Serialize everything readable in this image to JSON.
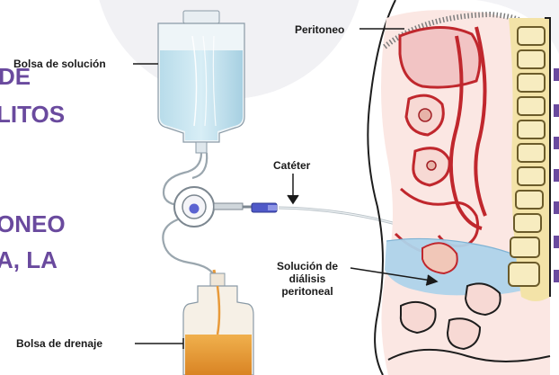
{
  "slide_text": {
    "line_1": "DE",
    "line_2": "LITOS",
    "line_3": "ONEO",
    "line_4": "A, LA"
  },
  "labels": {
    "bolsa_solucion": "Bolsa de solución",
    "peritoneo": "Peritoneo",
    "cateter": "Catéter",
    "solucion_line_1": "Solución de",
    "solucion_line_2": "diálisis",
    "solucion_line_3": "peritoneal",
    "bolsa_drenaje": "Bolsa de drenaje"
  },
  "colors": {
    "slide_text": "#6a4a9e",
    "dialysate": "#aed3ea",
    "drainage": "#e89a3a",
    "tissue_outline": "#c0272d",
    "organ_fill": "#f2c4c4",
    "spine": "#f3e3a8",
    "catheter_connector": "#4f59c8"
  },
  "icons": [
    "iv-bag-icon",
    "transfer-set-icon",
    "catheter-connector-icon",
    "drainage-bag-icon"
  ]
}
